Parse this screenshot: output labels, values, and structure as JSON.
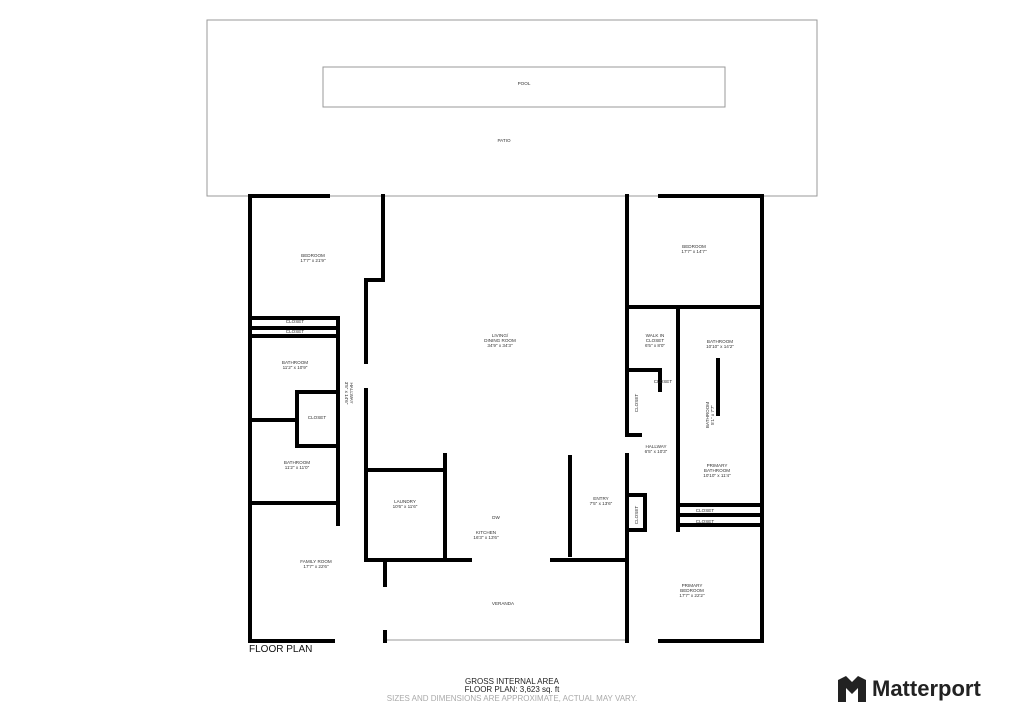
{
  "rooms": {
    "pool": "POOL",
    "patio": "PATIO",
    "bedroom_left": {
      "name": "BEDROOM",
      "dim": "17'7\" x 21'9\""
    },
    "living": {
      "name1": "LIVING/",
      "name2": "DINING ROOM",
      "dim": "34'9\" x 34'3\""
    },
    "bedroom_right": {
      "name": "BEDROOM",
      "dim": "17'7\" x 14'7\""
    },
    "closet_1": "CLOSET",
    "closet_2": "CLOSET",
    "bathroom_1": {
      "name": "BATHROOM",
      "dim": "11'2\" x 10'9\""
    },
    "hallway_left": {
      "name": "HALLWAY",
      "dim": "3'5\" x 14'6\""
    },
    "closet_3": "CLOSET",
    "bathroom_2": {
      "name": "BATHROOM",
      "dim": "11'2\" x 11'0\""
    },
    "laundry": {
      "name": "LAUNDRY",
      "dim": "10'6\" x 11'6\""
    },
    "kitchen": {
      "name": "KITCHEN",
      "dim": "16'3\" x 13'6\""
    },
    "dw": "DW",
    "entry": {
      "name": "ENTRY",
      "dim": "7'5\" x 13'6\""
    },
    "family": {
      "name": "FAMILY ROOM",
      "dim": "17'7\" x 22'6\""
    },
    "veranda": "VERANDA",
    "walk_in": {
      "name1": "WALK IN",
      "name2": "CLOSET",
      "dim": "6'5\" x 8'0\""
    },
    "bathroom_3": {
      "name": "BATHROOM",
      "dim": "10'10\" x 14'2\""
    },
    "closet_4": "CLOSET",
    "closet_5": "CLOSET",
    "bathroom_small": {
      "name": "BATHROOM",
      "dim": "5'1\" x 7'7\""
    },
    "hallway_right": {
      "name": "HALLWAY",
      "dim": "6'5\" x 10'3\""
    },
    "primary_bath": {
      "name1": "PRIMARY",
      "name2": "BATHROOM",
      "dim": "10'10\" x 11'4\""
    },
    "closet_6": "CLOSET",
    "closet_7": "CLOSET",
    "closet_8": "CLOSET",
    "primary_bed": {
      "name1": "PRIMARY",
      "name2": "BEDROOM",
      "dim": "17'7\" x 22'2\""
    }
  },
  "footer": {
    "floor_plan_label": "FLOOR PLAN",
    "gia_title": "GROSS INTERNAL AREA",
    "gia_value": "FLOOR PLAN: 3,623 sq. ft",
    "disclaimer": "SIZES AND DIMENSIONS ARE APPROXIMATE, ACTUAL MAY VARY.",
    "brand": "Matterport"
  },
  "colors": {
    "wall": "#000000",
    "disclaimer": "#aaaaaa"
  }
}
